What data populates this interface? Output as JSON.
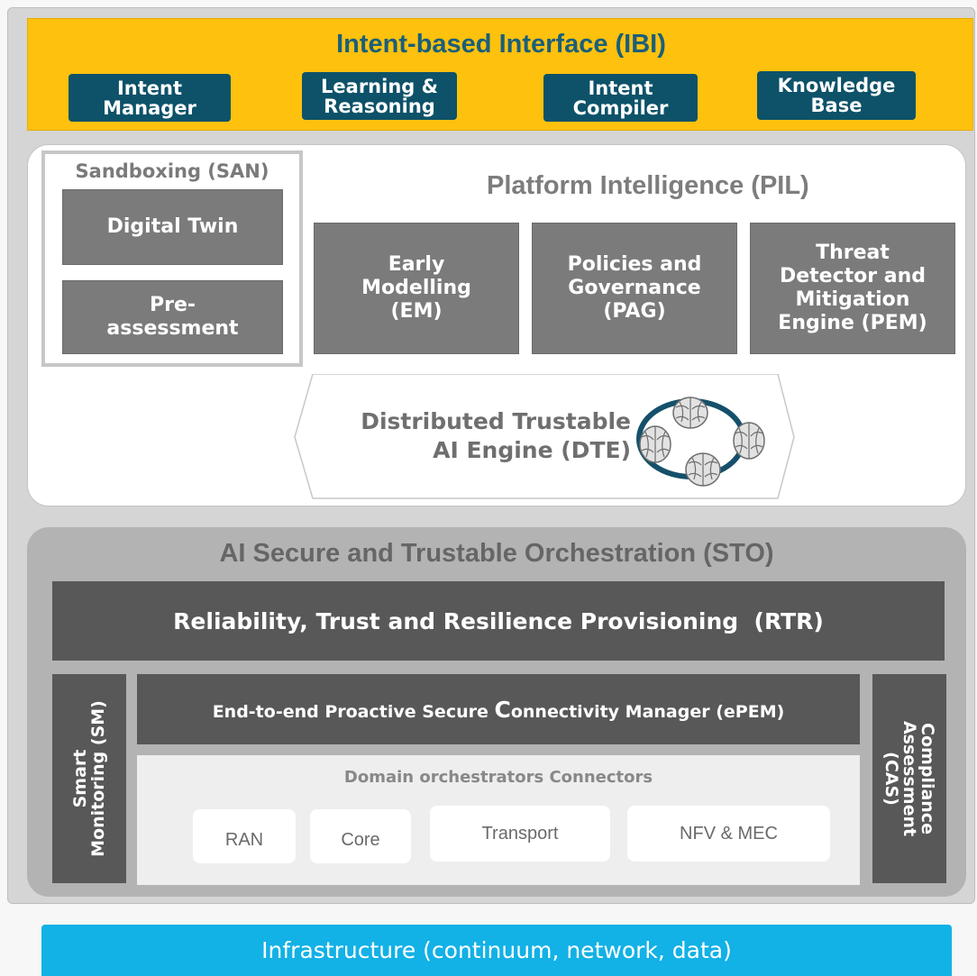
{
  "ibi": {
    "title": "Intent-based Interface (IBI)",
    "boxes": [
      {
        "line1": "Intent",
        "line2": "Manager"
      },
      {
        "line1": "Learning &",
        "line2": "Reasoning"
      },
      {
        "line1": "Intent",
        "line2": "Compiler"
      },
      {
        "line1": "Knowledge",
        "line2": "Base"
      }
    ]
  },
  "pil": {
    "title": "Platform Intelligence (PIL)",
    "sandboxing": {
      "title": "Sandboxing (SAN)",
      "digital_twin": "Digital Twin",
      "pre_line1": "Pre-",
      "pre_line2": "assessment"
    },
    "modules": [
      {
        "lines": [
          "Early",
          "Modelling",
          "(EM)"
        ]
      },
      {
        "lines": [
          "Policies and",
          "Governance",
          "(PAG)"
        ]
      },
      {
        "lines": [
          "Threat",
          "Detector and",
          "Mitigation",
          "Engine (PEM)"
        ]
      }
    ],
    "dte": {
      "line1": "Distributed Trustable",
      "line2": "AI Engine (DTE)"
    }
  },
  "sto": {
    "title": "AI Secure and Trustable Orchestration (STO)",
    "rtr": "Reliability, Trust and Resilience Provisioning  (RTR)",
    "sm_line1": "Smart",
    "sm_line2": "Monitoring (SM)",
    "cas_line1": "Compliance",
    "cas_line2": "Assessment",
    "cas_line3": "(CAS)",
    "epem_pre": "End-to-end Proactive Secure ",
    "epem_big": "C",
    "epem_post": "onnectivity Manager (ePEM)",
    "domain_title": "Domain orchestrators Connectors",
    "connectors": [
      "RAN",
      "Core",
      "Transport",
      "NFV & MEC"
    ]
  },
  "infrastructure": "Infrastructure (continuum, network, data)",
  "colors": {
    "ibi_background": "#fdc10e",
    "ibi_title": "#1a5f7a",
    "ibi_box": "#0d5269",
    "module_grey": "#7b7b7b",
    "sto_dark": "#585858",
    "infrastructure": "#12b1e6",
    "ring": "#15506b"
  },
  "icons": [
    "brain-icon"
  ]
}
